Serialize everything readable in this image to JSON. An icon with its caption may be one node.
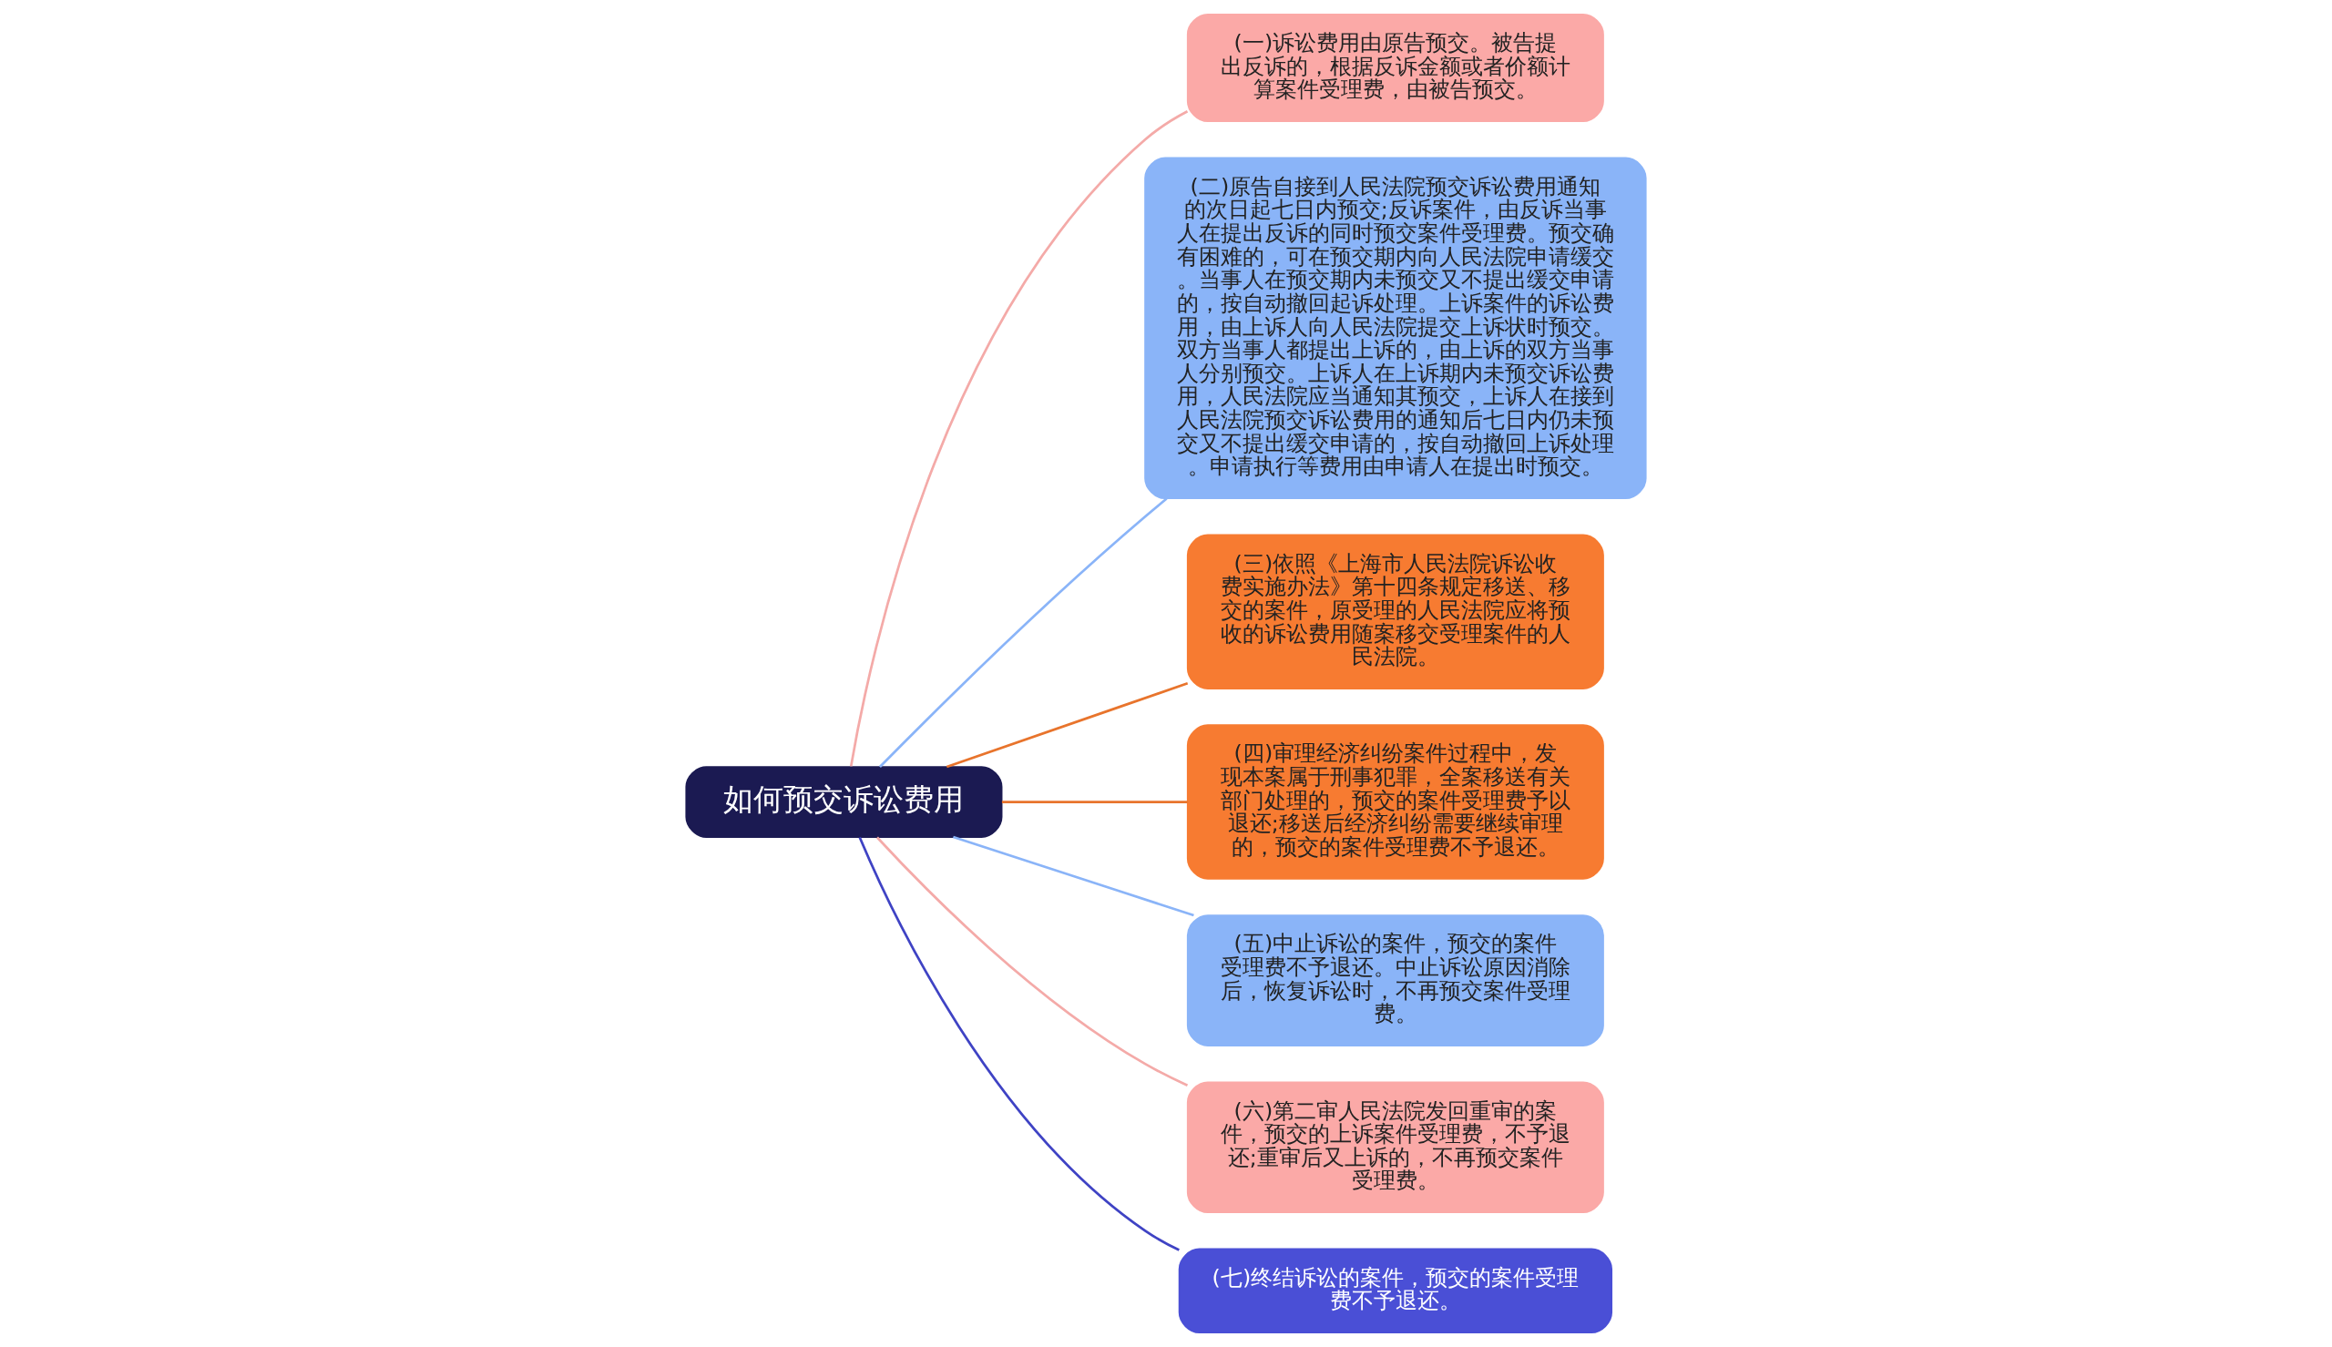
{
  "diagram": {
    "nodes": [
      {
        "text": [
          "如何预交诉讼费用"
        ]
      },
      {
        "text": [
          "(一)诉讼费用由原告预交。被告提出反诉的，根据反诉金额或者价额计算案件受理费，由被告预交。"
        ]
      },
      {
        "text": [
          "(二)原告自接到人民法院预交诉讼费用通知的次日起七日内预交;反诉案件，由反诉当事人在提出反诉的同时预交案件受理费。预交确有困难的，可在预交期内向人民法院申请缓交。当事人在预交期内未预交又不提出缓交申请的，按自动撤回起诉处理。上诉案件的诉讼费用，由上诉人向人民法院提交上诉状时预交。双方当事人都提出上诉的，由上诉的双方当事人分别预交。上诉人在上诉期内未预交诉讼费用，人民法院应当通知其预交，上诉人在接到人民法院预交诉讼费用的通知后七日内仍未预交又不提出缓交申请的，按自动撤回上诉处理。申请执行等费用由申请人在提出时预交。"
        ]
      },
      {
        "text": [
          "(三)依照《上海市人民法院诉讼收费实施办法》第十四条规定移送、移交的案件，原受理的人民法院应将预收的诉讼费用随案移交受理案件的人民法院。"
        ]
      },
      {
        "text": [
          "(四)审理经济纠纷案件过程中，发现本案属于刑事犯罪，全案移送有关部门处理的，预交的案件受理费予以退还;移送后经济纠纷需要继续审理的，预交的案件受理费不予退还。"
        ]
      },
      {
        "text": [
          "(五)中止诉讼的案件，预交的案件受理费不予退还。中止诉讼原因消除后，恢复诉讼时，不再预交案件受理费。"
        ]
      },
      {
        "text": [
          "(六)第二审人民法院发回重审的案件，预交的上诉案件受理费，不予退还;重审后又上诉的，不再预交案件受理费。"
        ]
      },
      {
        "text": [
          "(七)终结诉讼的案件，预交的案件受理费不予退还。"
        ]
      }
    ],
    "edges": [
      {
        "from": 0,
        "to": 1,
        "arrow": "none",
        "color": "#f4aaa8"
      },
      {
        "from": 0,
        "to": 2,
        "arrow": "none",
        "color": "#8ab4f8"
      },
      {
        "from": 0,
        "to": 3,
        "arrow": "none",
        "color": "#e8742c"
      },
      {
        "from": 0,
        "to": 4,
        "arrow": "none",
        "color": "#e8742c"
      },
      {
        "from": 0,
        "to": 5,
        "arrow": "none",
        "color": "#8ab4f8"
      },
      {
        "from": 0,
        "to": 6,
        "arrow": "none",
        "color": "#f4aaa8"
      },
      {
        "from": 0,
        "to": 7,
        "arrow": "none",
        "color": "#3f43c4"
      }
    ]
  }
}
